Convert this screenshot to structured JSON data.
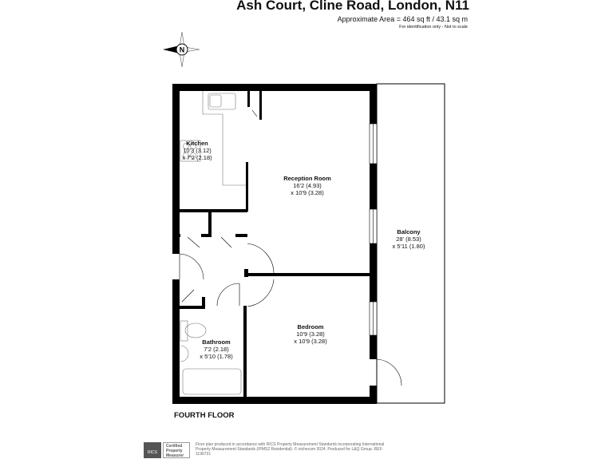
{
  "header": {
    "title": "Ash Court, Cline Road, London, N11",
    "area": "Approximate Area = 464 sq ft / 43.1 sq m",
    "disclaimer": "For identification only - Not to scale"
  },
  "compass": {
    "label": "N",
    "icon": "compass-icon"
  },
  "rooms": [
    {
      "name": "Kitchen",
      "dim1": "10'3 (3.12)",
      "dim2": "x 7'2 (2.18)"
    },
    {
      "name": "Reception Room",
      "dim1": "16'2 (4.93)",
      "dim2": "x 10'9 (3.28)"
    },
    {
      "name": "Balcony",
      "dim1": "28' (8.53)",
      "dim2": "x 5'11 (1.80)"
    },
    {
      "name": "Bedroom",
      "dim1": "10'9 (3.28)",
      "dim2": "x 10'9 (3.28)"
    },
    {
      "name": "Bathroom",
      "dim1": "7'2 (2.18)",
      "dim2": "x 5'10 (1.78)"
    }
  ],
  "floor_label": "FOURTH FLOOR",
  "footer": {
    "rics_logo": "RICS",
    "cert_lines": [
      "Certified",
      "Property",
      "Measurer"
    ],
    "text": "Floor plan produced in accordance with RICS Property Measurement Standards incorporating International Property Measurement Standards (IPMS2 Residential). © nichecom 2024. Produced for L&Q Group.  REF: 1196731"
  },
  "colors": {
    "wall": "#000000",
    "fixture": "#888888"
  }
}
